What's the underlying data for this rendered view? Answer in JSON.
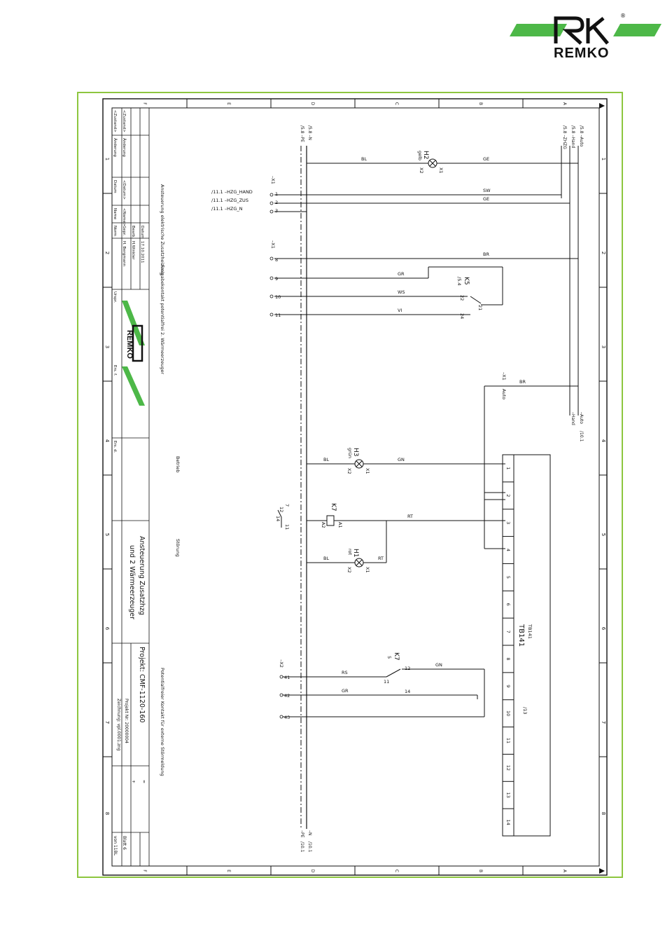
{
  "brand": {
    "name": "REMKO",
    "registered": "®",
    "green": "#4db848",
    "dark": "#111111"
  },
  "sheet_border_color": "#8dc63f",
  "zone_letters": [
    "F",
    "E",
    "D",
    "C",
    "B",
    "A"
  ],
  "zone_numbers": [
    "1",
    "2",
    "3",
    "4",
    "5",
    "6",
    "7",
    "8"
  ],
  "title_block": {
    "zustand": "<Zustand>",
    "aenderung": "Änderung",
    "datum_label": "Datum",
    "datum_field": "<Datum>",
    "name_label": "Name",
    "name_field": "<Name>",
    "norm": "Norm",
    "bearb": "Bearb.",
    "gepr": "Gepr.",
    "datum_value": "17.10.2011",
    "bearb_value": "H.Winkler",
    "gepr_value": "H. Bergmann",
    "urspr": "Urspr.",
    "ers_f": "Ers. f.",
    "ers_d": "Ers. d.",
    "title_line1": "Ansteuerung Zusatzhzg",
    "title_line2": "und 2 Wärmeerzeuger",
    "projekt": "Projekt: CMF-1120-160",
    "projekt_nr": "Projekt Nr: 20000004",
    "zeichnung": "Zeichnung: vpl.0001.zng",
    "plus": "+",
    "eq": "=",
    "blatt": "Blatt 6",
    "von": "von 11BL"
  },
  "sections": [
    "Ansteuerung elektrische Zusatzheizung",
    "Freigabekontakt potentialfrei 2. Wärmeerzeuger",
    "Betrieb",
    "Störung",
    "Potentialfreier Kontakt für externe Störmeldung"
  ],
  "refs": {
    "top_n": "/5.8 –N",
    "top_pe": "/5.8 –PE",
    "bot_n": "–N",
    "bot_pe": "–PE",
    "bot_ref1": "/10.1",
    "bot_ref2": "/10.1",
    "auto": "/5.8 –Auto",
    "hand": "/5.8 –Hand",
    "zhzg": "/5.8 –ZHZG",
    "auto_out": "–Auto",
    "hand_out": "–Hand",
    "hand_ref": "/10.1",
    "hzg_hand": "/11.1 –HZG_HAND",
    "hzg_zus": "/11.1 –HZG_ZUS",
    "hzg_n": "/11.1 –HZG_N"
  },
  "wires": {
    "bl": "BL",
    "ge": "GE",
    "sw": "SW",
    "br": "BR",
    "gr": "GR",
    "ws": "WS",
    "vi": "VI",
    "gn": "GN",
    "rt": "RT",
    "rs": "RS"
  },
  "components": {
    "h2": "H2",
    "h2_color": "gelb",
    "h3": "H3",
    "h3_color": "grün",
    "h1": "H1",
    "h1_color": "rot",
    "k5": "K5",
    "k5_ref": "/5.4",
    "k7": "K7",
    "k7_ref": "5",
    "x1": "–X1",
    "x2": "–X2",
    "x1_pin": "X1",
    "x2_pin": "X2",
    "a1": "A1",
    "a2": "A2",
    "auto_label": "Auto",
    "tb141": "TB141",
    "tb141_small": "TB141",
    "tb_ref": "/13"
  },
  "terminals": {
    "x1_top": [
      "1",
      "2",
      "3"
    ],
    "x1_mid": [
      "8",
      "9",
      "10",
      "11"
    ],
    "x2": [
      "41",
      "42",
      "43"
    ],
    "k5_pins": [
      "22",
      "21",
      "24"
    ],
    "k7_contact": [
      "12",
      "11",
      "14"
    ],
    "k7_coil_ref": [
      "7",
      "12",
      "11",
      "14"
    ]
  },
  "tb_terminals": [
    "1",
    "2",
    "3",
    "4",
    "5",
    "6",
    "7",
    "8",
    "9",
    "10",
    "11",
    "12",
    "13",
    "14"
  ]
}
